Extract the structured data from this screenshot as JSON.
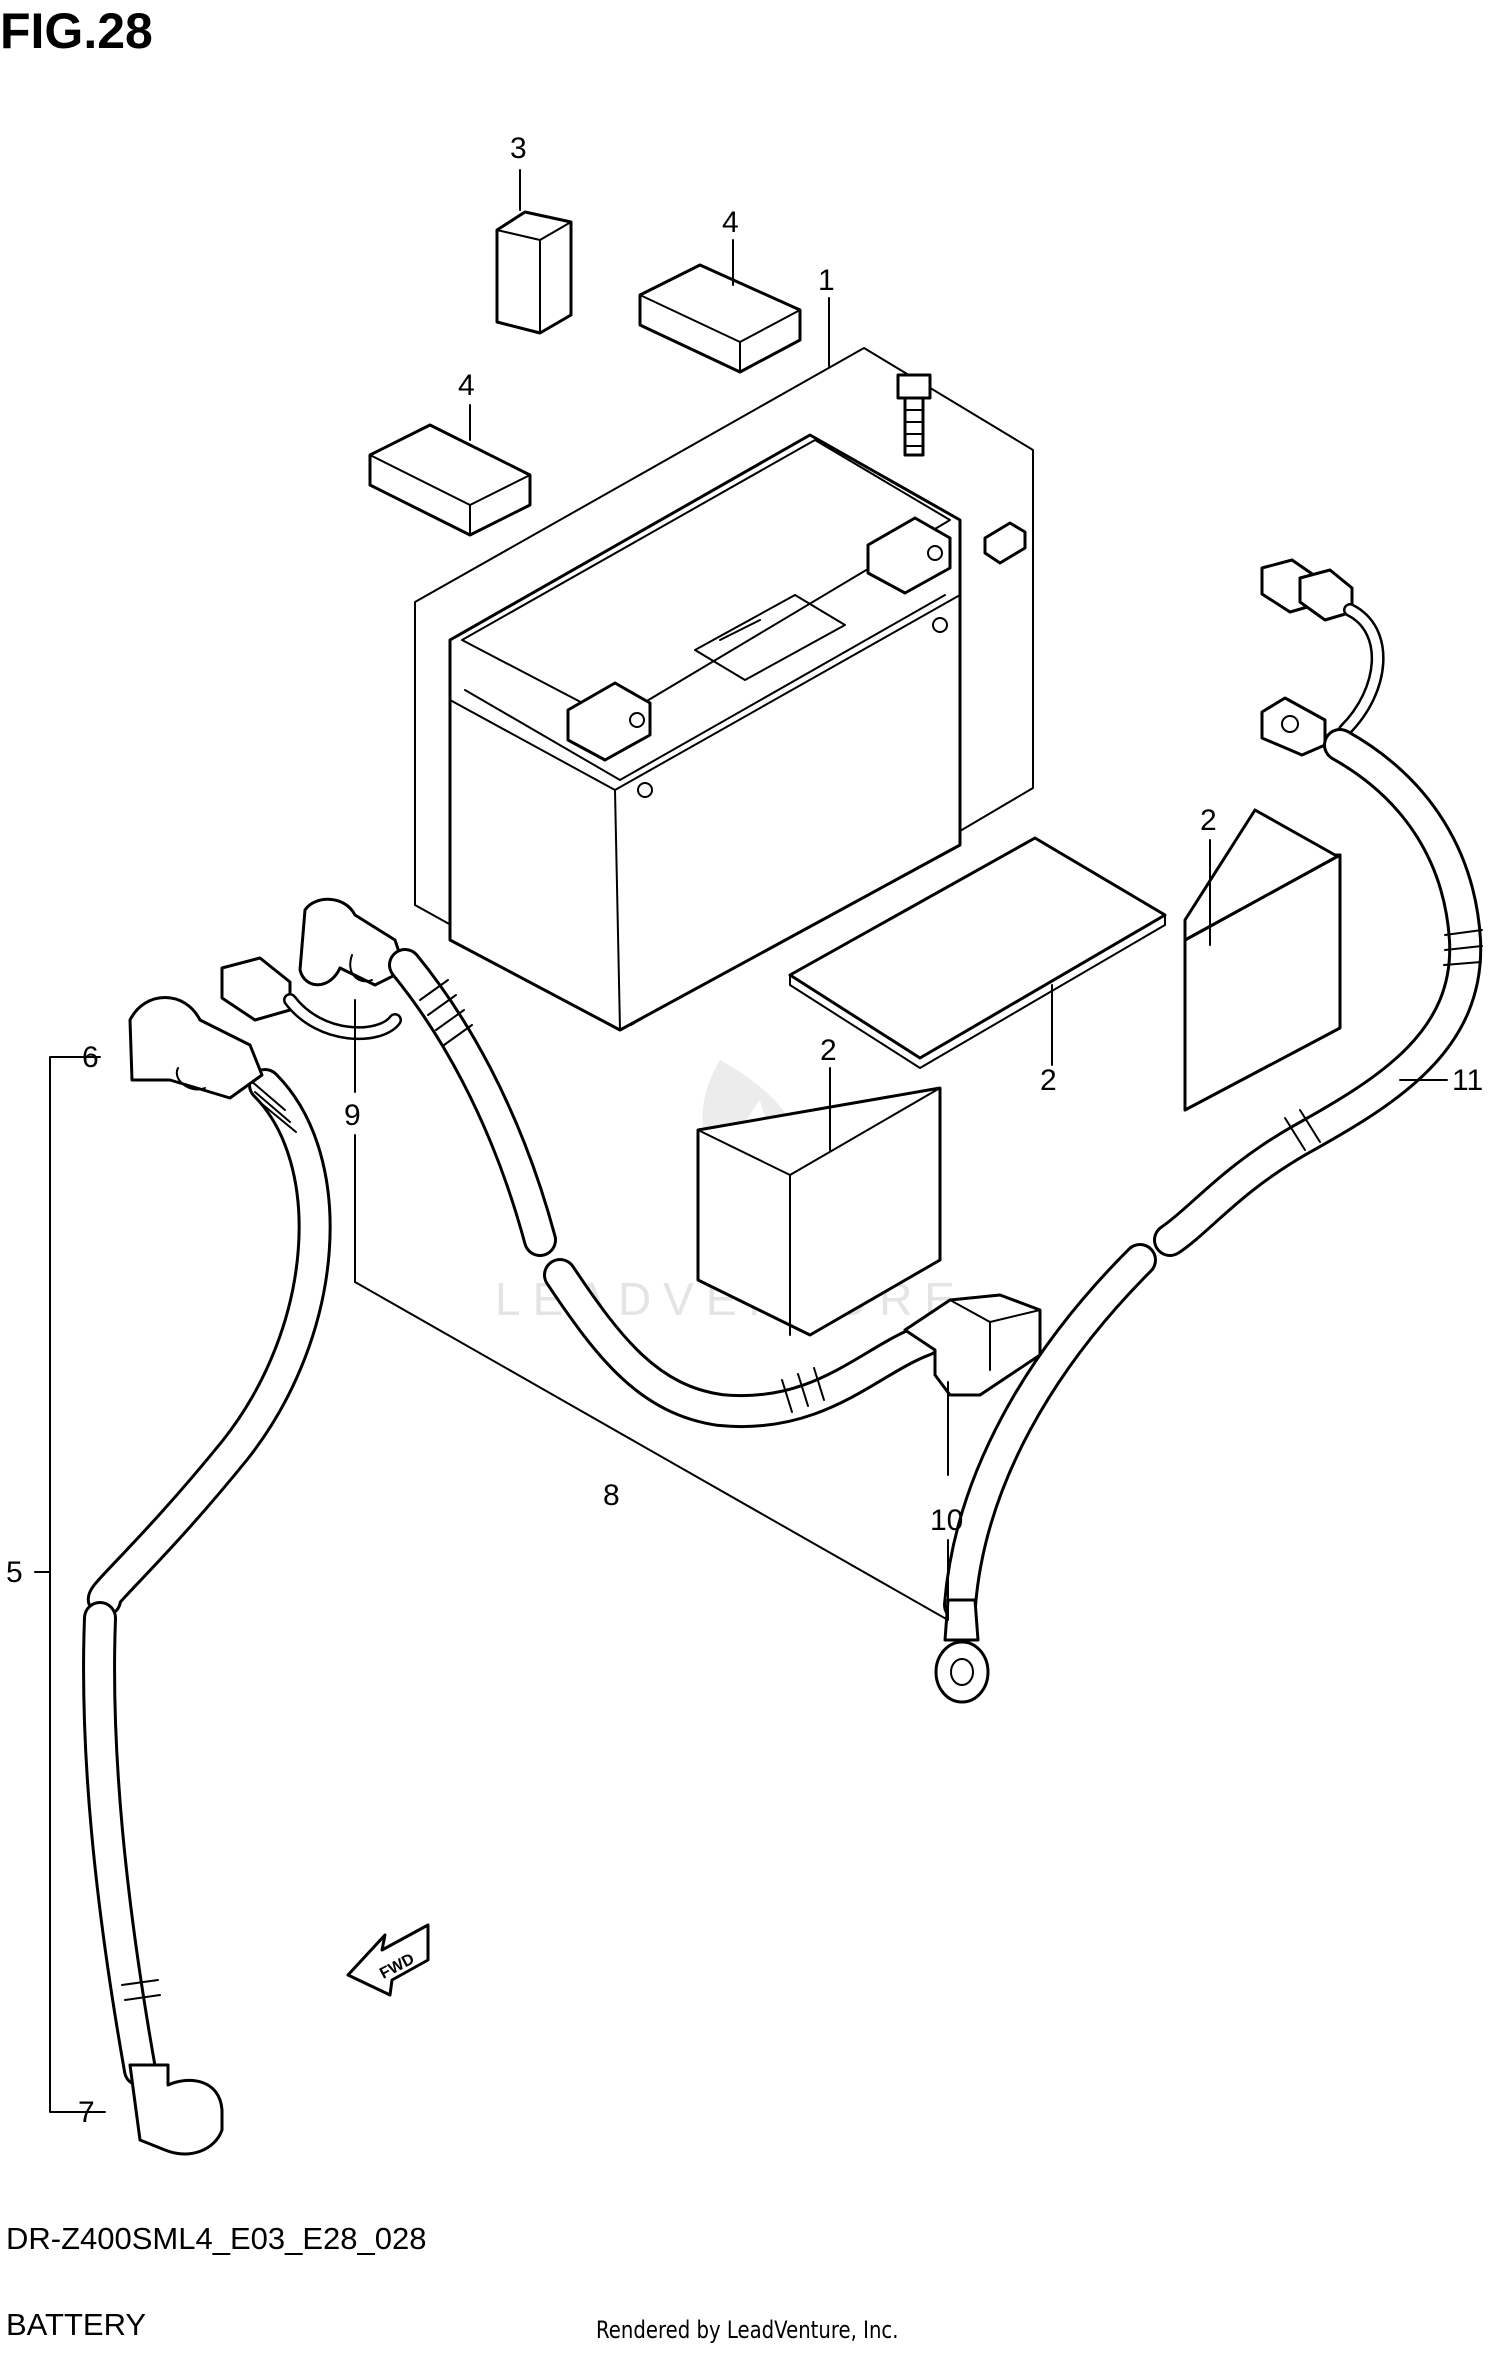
{
  "figure": {
    "title": "FIG.28",
    "model_code": "DR-Z400SML4_E03_E28_028",
    "subtitle": "BATTERY",
    "credit": "Rendered by LeadVenture, Inc.",
    "watermark": "LEADVENTURE"
  },
  "callouts": [
    {
      "id": "1",
      "text": "1"
    },
    {
      "id": "2a",
      "text": "2"
    },
    {
      "id": "2b",
      "text": "2"
    },
    {
      "id": "2c",
      "text": "2"
    },
    {
      "id": "3",
      "text": "3"
    },
    {
      "id": "4a",
      "text": "4"
    },
    {
      "id": "4b",
      "text": "4"
    },
    {
      "id": "5",
      "text": "5"
    },
    {
      "id": "6",
      "text": "6"
    },
    {
      "id": "7",
      "text": "7"
    },
    {
      "id": "8",
      "text": "8"
    },
    {
      "id": "9",
      "text": "9"
    },
    {
      "id": "10",
      "text": "10"
    },
    {
      "id": "11",
      "text": "11"
    }
  ],
  "fwd_arrow": {
    "text": "FWD"
  },
  "colors": {
    "line": "#000000",
    "background": "#ffffff",
    "watermark": "#e4e4e4"
  }
}
